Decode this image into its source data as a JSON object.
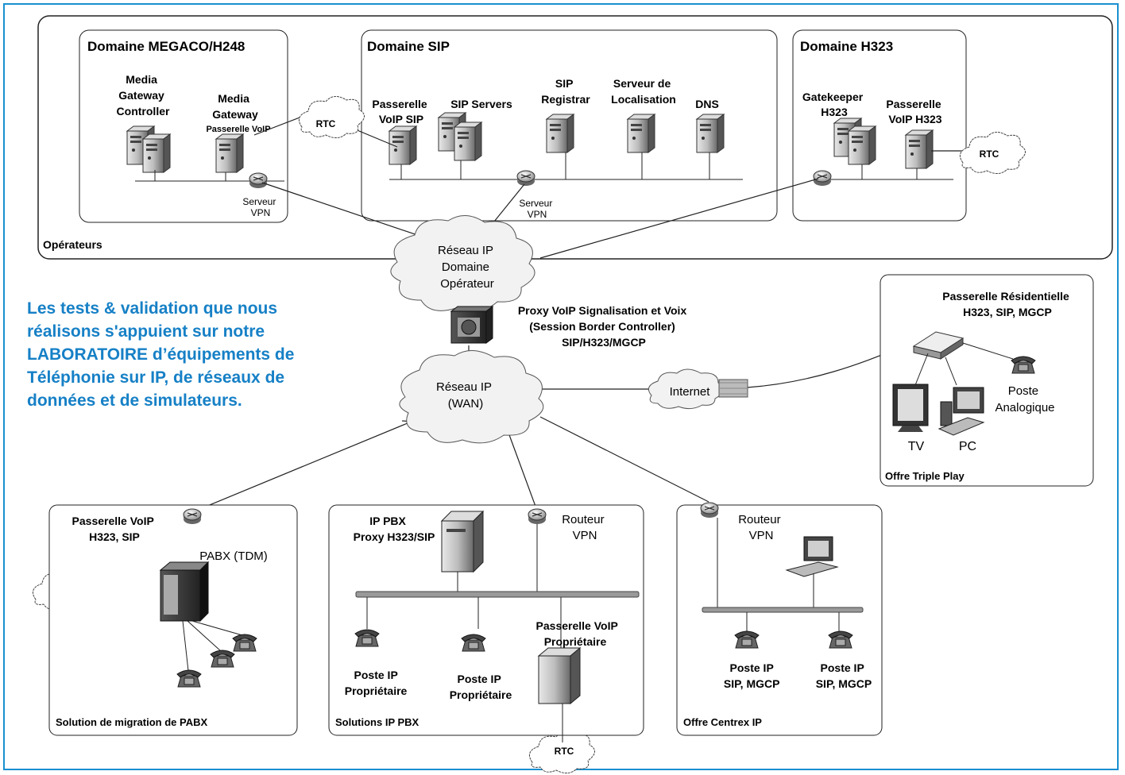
{
  "domains": {
    "operators": "Opérateurs",
    "megaco": "Domaine MEGACO/H248",
    "sip": "Domaine SIP",
    "h323": "Domaine H323"
  },
  "megaco": {
    "mgc": [
      "Media",
      "Gateway",
      "Controller"
    ],
    "mg": [
      "Media",
      "Gateway"
    ],
    "passerelle": "Passerelle VoIP",
    "vpn": [
      "Serveur",
      "VPN"
    ]
  },
  "sip": {
    "passerelle": [
      "Passerelle",
      "VoIP SIP"
    ],
    "servers": "SIP Servers",
    "registrar": [
      "SIP",
      "Registrar"
    ],
    "localisation": [
      "Serveur de",
      "Localisation"
    ],
    "dns": "DNS",
    "vpn": [
      "Serveur",
      "VPN"
    ]
  },
  "h323": {
    "gatekeeper": [
      "Gatekeeper",
      "H323"
    ],
    "passerelle": [
      "Passerelle",
      "VoIP H323"
    ]
  },
  "clouds": {
    "rtc": "RTC",
    "ip_operator": [
      "Réseau IP",
      "Domaine",
      "Opérateur"
    ],
    "wan": [
      "Réseau IP",
      "(WAN)"
    ],
    "internet": "Internet"
  },
  "proxy": [
    "Proxy VoIP Signalisation et Voix",
    "(Session Border Controller)",
    "SIP/H323/MGCP"
  ],
  "intro": "Les tests & validation que nous réalisons s'appuient sur notre LABORATOIRE d’équipements de Téléphonie sur IP, de réseaux de données et de simulateurs.",
  "triple": {
    "title": [
      "Passerelle Résidentielle",
      "H323, SIP, MGCP"
    ],
    "poste": [
      "Poste",
      "Analogique"
    ],
    "tv": "TV",
    "pc": "PC",
    "caption": "Offre Triple Play"
  },
  "pabx": {
    "passerelle": [
      "Passerelle VoIP",
      "H323, SIP"
    ],
    "pabx": "PABX (TDM)",
    "caption": "Solution de migration de PABX"
  },
  "ippbx": {
    "pbx": [
      "IP PBX",
      "Proxy H323/SIP"
    ],
    "routeur": [
      "Routeur",
      "VPN"
    ],
    "passerelle": [
      "Passerelle VoIP",
      "Propriétaire"
    ],
    "poste": [
      "Poste IP",
      "Propriétaire"
    ],
    "caption": "Solutions IP PBX"
  },
  "centrex": {
    "routeur": [
      "Routeur",
      "VPN"
    ],
    "poste": [
      "Poste IP",
      "SIP, MGCP"
    ],
    "caption": "Offre Centrex IP"
  }
}
